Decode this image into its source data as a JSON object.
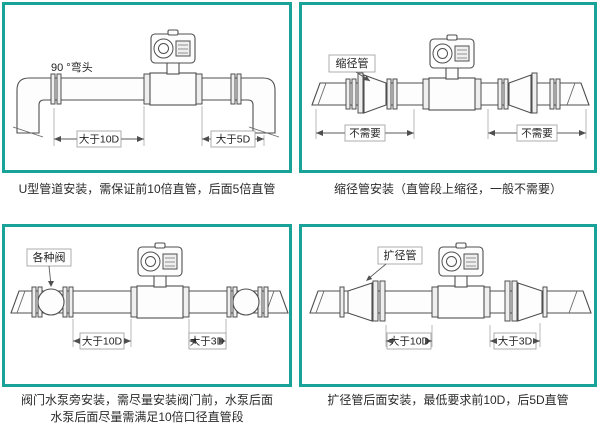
{
  "accent_color": "#19a297",
  "panels": {
    "u_pipe": {
      "callout": "90 °弯头",
      "dim_left": "大于10D",
      "dim_right": "大于5D",
      "caption": "U型管道安装，需保证前10倍直管，后面5倍直管"
    },
    "reducer": {
      "callout": "缩径管",
      "dim_left": "不需要",
      "dim_right": "不需要",
      "caption": "缩径管安装（直管段上缩径，一般不需要）"
    },
    "valve": {
      "callout": "各种阀",
      "dim_left": "大于10D",
      "dim_right": "大于3D",
      "caption_line1": "阀门水泵旁安装，需尽量安装阀门前，水泵后面",
      "caption_line2": "水泵后面尽量需满足10倍口径直管段"
    },
    "expander": {
      "callout": "扩径管",
      "dim_left": "大于10D",
      "dim_right": "大于3D",
      "caption": "扩径管后面安装，最低要求前10D，后5D直管"
    }
  }
}
